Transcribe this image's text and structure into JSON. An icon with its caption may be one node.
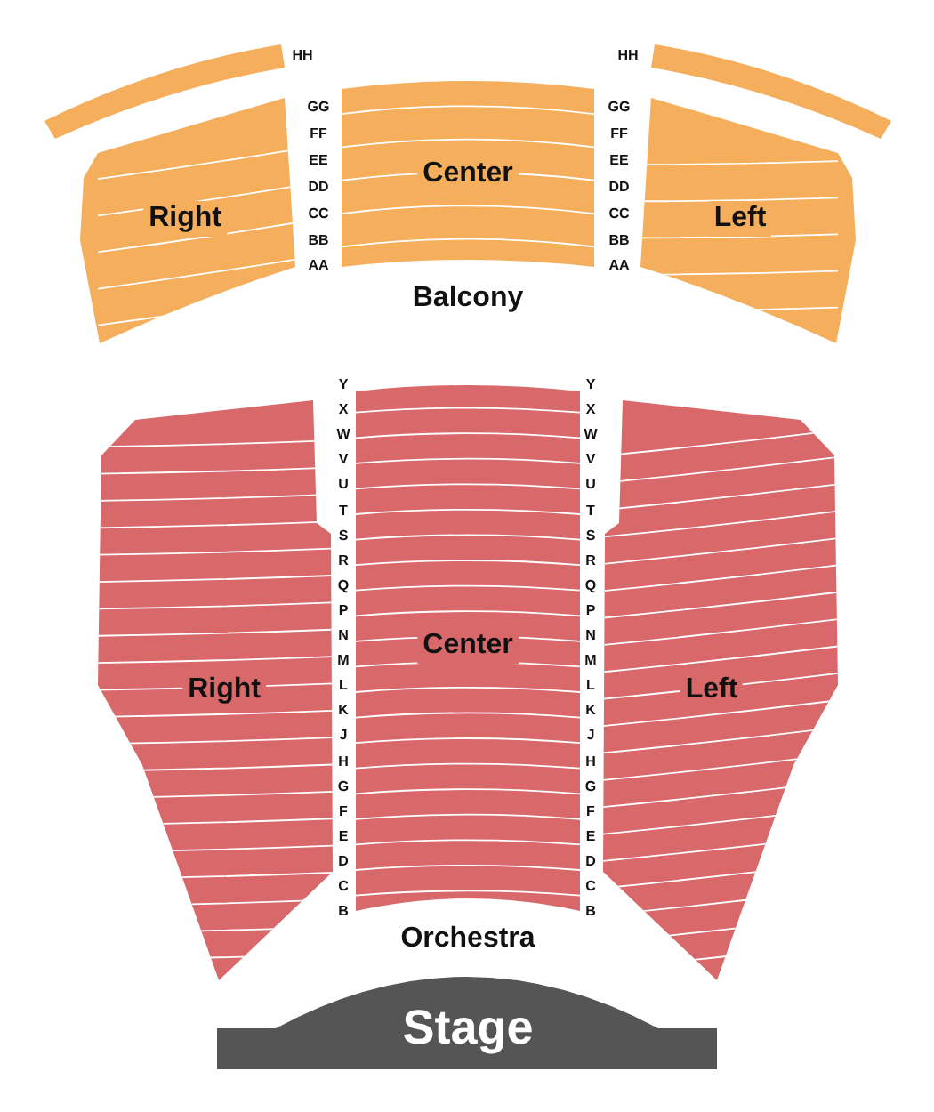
{
  "diagram": {
    "nodes": [
      {
        "text": [],
        "shape": "bar"
      },
      {
        "text": [],
        "shape": "bar"
      },
      {
        "text": [
          "Right"
        ]
      },
      {
        "text": [
          "Center"
        ]
      },
      {
        "text": [
          "Left"
        ]
      },
      {
        "text": [
          "Right"
        ]
      },
      {
        "text": [
          "Center"
        ]
      },
      {
        "text": [
          "Left"
        ]
      },
      {
        "text": [
          "Stage"
        ]
      }
    ],
    "labels": [
      "HH",
      "HH",
      "GG",
      "GG",
      "FF",
      "FF",
      "EE",
      "EE",
      "DD",
      "DD",
      "CC",
      "CC",
      "BB",
      "BB",
      "AA",
      "AA",
      "Balcony",
      "Y",
      "Y",
      "X",
      "X",
      "W",
      "W",
      "V",
      "V",
      "U",
      "U",
      "T",
      "T",
      "S",
      "S",
      "R",
      "R",
      "Q",
      "Q",
      "P",
      "P",
      "N",
      "N",
      "M",
      "M",
      "L",
      "L",
      "K",
      "K",
      "J",
      "J",
      "H",
      "H",
      "G",
      "G",
      "F",
      "F",
      "E",
      "E",
      "D",
      "D",
      "C",
      "C",
      "B",
      "B",
      "Orchestra"
    ]
  }
}
